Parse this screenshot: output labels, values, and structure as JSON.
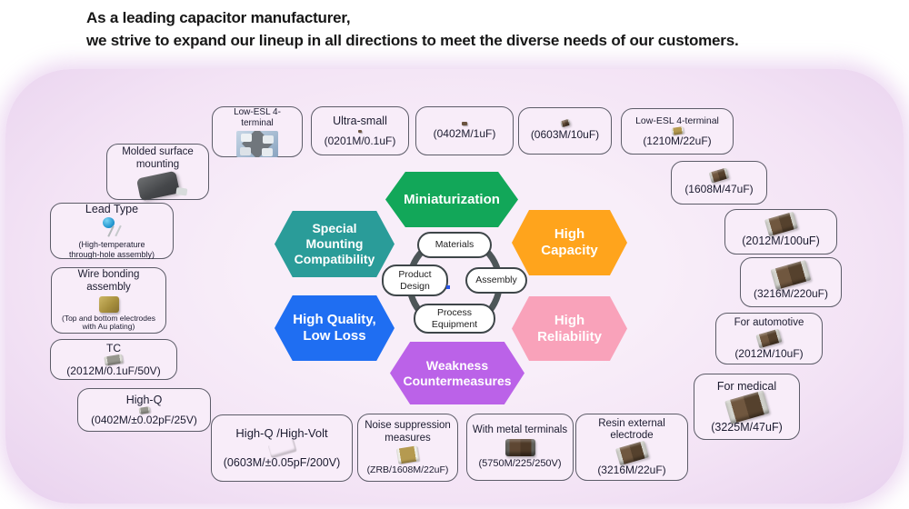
{
  "header": {
    "text": "As a leading capacitor manufacturer,\nwe strive to expand our lineup in all directions to meet the diverse needs of our customers."
  },
  "hexagons": {
    "miniaturization": {
      "label": "Miniaturization",
      "color": "#12a759"
    },
    "special_mounting": {
      "label": "Special\nMounting\nCompatibility",
      "color": "#2a9c99"
    },
    "high_capacity": {
      "label": "High\nCapacity",
      "color": "#ffa41c"
    },
    "high_quality": {
      "label": "High Quality,\nLow Loss",
      "color": "#1f6ef2"
    },
    "high_reliability": {
      "label": "High\nReliability",
      "color": "#f9a2ba"
    },
    "weakness": {
      "label": "Weakness\nCountermeasures",
      "color": "#bb62e8"
    }
  },
  "core": {
    "materials": "Materials",
    "product_design": "Product\nDesign",
    "assembly": "Assembly",
    "process_equipment": "Process\nEquipment"
  },
  "boxes": {
    "molded": {
      "title": "Molded surface\nmounting"
    },
    "low_esl_small": {
      "title": "Low-ESL 4-\nterminal"
    },
    "ultra_small": {
      "title": "Ultra-small",
      "spec": "(0201M/0.1uF)"
    },
    "b0402": {
      "spec": "(0402M/1uF)"
    },
    "b0603": {
      "spec": "(0603M/10uF)"
    },
    "low_esl_1210": {
      "title": "Low-ESL 4-terminal",
      "spec": "(1210M/22uF)"
    },
    "b1608": {
      "spec": "(1608M/47uF)"
    },
    "b2012": {
      "spec": "(2012M/100uF)"
    },
    "b3216": {
      "spec": "(3216M/220uF)"
    },
    "automotive": {
      "title": "For automotive",
      "spec": "(2012M/10uF)"
    },
    "medical": {
      "title": "For medical",
      "spec": "(3225M/47uF)"
    },
    "resin": {
      "title": "Resin external\nelectrode",
      "spec": "(3216M/22uF)"
    },
    "metal_terminals": {
      "title": "With metal terminals",
      "spec": "(5750M/225/250V)"
    },
    "noise": {
      "title": "Noise suppression\nmeasures",
      "spec": "(ZRB/1608M/22uF)"
    },
    "high_q_high_volt": {
      "title": "High-Q /High-Volt",
      "spec": "(0603M/±0.05pF/200V)"
    },
    "high_q": {
      "title": "High-Q",
      "spec": "(0402M/±0.02pF/25V)"
    },
    "tc": {
      "title": "TC",
      "spec": "(2012M/0.1uF/50V)"
    },
    "wire_bonding": {
      "title": "Wire bonding\nassembly",
      "note": "(Top and bottom electrodes\nwith Au plating)"
    },
    "lead_type": {
      "title": "Lead Type",
      "note": "(High-temperature\nthrough-hole assembly)"
    }
  }
}
